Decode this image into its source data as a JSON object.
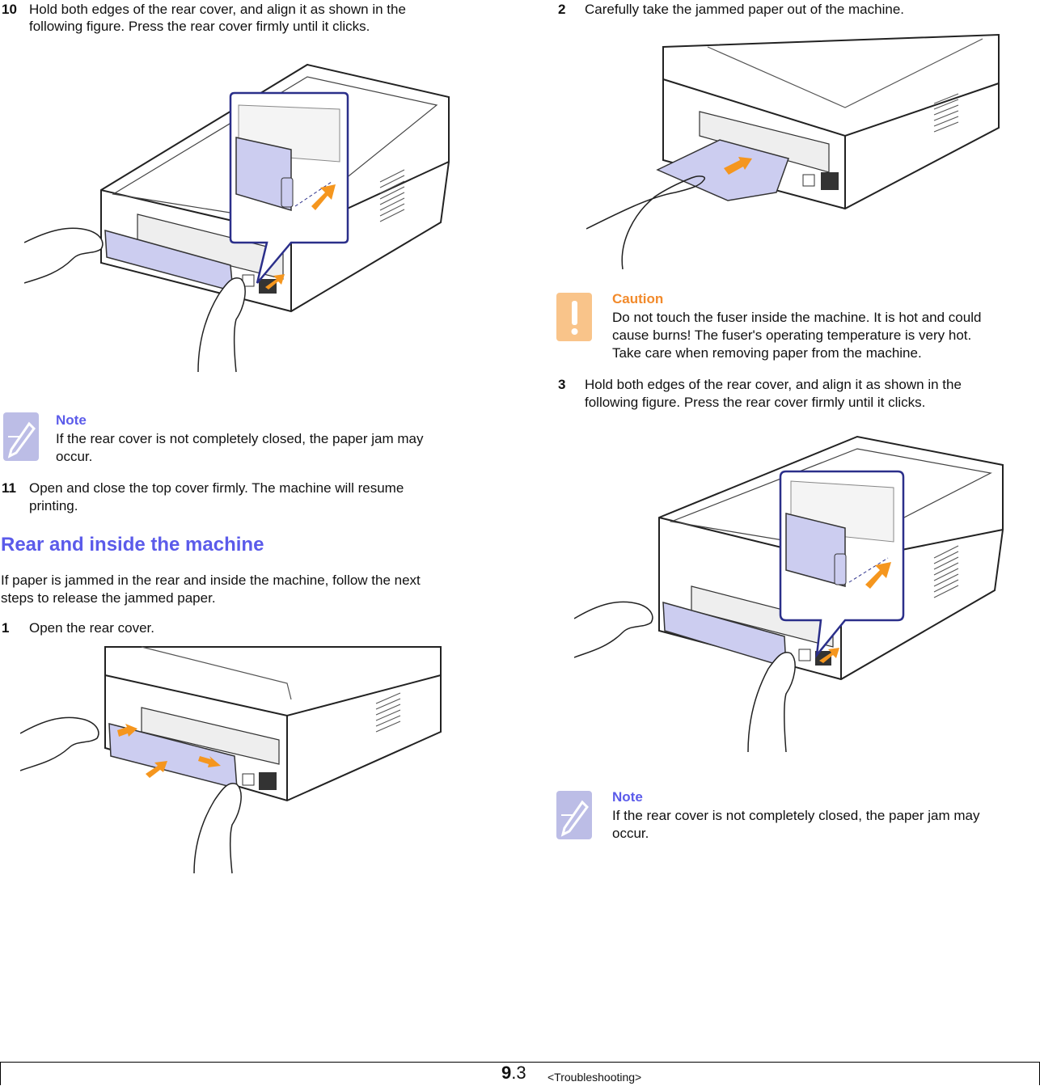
{
  "left": {
    "step10": {
      "number": "10",
      "text_line1": "Hold both edges of the rear cover, and align it as shown in the",
      "text_line2": "following figure. Press the rear cover firmly until it clicks."
    },
    "note1": {
      "title": "Note",
      "line1": "If the rear cover is not completely closed, the paper jam may",
      "line2": "occur."
    },
    "step11": {
      "number": "11",
      "text_line1": "Open and close the top cover firmly. The machine will resume",
      "text_line2": "printing."
    },
    "section": {
      "heading": "Rear and inside the machine",
      "intro_line1": "If paper is jammed in the rear and inside the machine, follow the next",
      "intro_line2": "steps to release the jammed paper."
    },
    "step1": {
      "number": "1",
      "text": "Open the rear cover."
    }
  },
  "right": {
    "step2": {
      "number": "2",
      "text": "Carefully take the jammed paper out of the machine."
    },
    "caution": {
      "title": "Caution",
      "line1": "Do not touch the fuser inside the machine. It is hot and could",
      "line2": "cause burns! The fuser's operating temperature is very hot.",
      "line3": "Take care when removing paper from the machine."
    },
    "step3": {
      "number": "3",
      "text_line1": "Hold both edges of the rear cover, and align it as shown in the",
      "text_line2": "following figure. Press the rear cover firmly until it clicks."
    },
    "note2": {
      "title": "Note",
      "line1": "If the rear cover is not completely closed, the paper jam may",
      "line2": "occur."
    }
  },
  "footer": {
    "page_major": "9",
    "page_minor": ".3",
    "section": "<Troubleshooting>"
  },
  "colors": {
    "heading_blue": "#5b5bea",
    "caution_orange": "#f28a2b",
    "arrow_orange": "#f5961e",
    "cover_lavender": "#cccdf0",
    "callout_border": "#2b2f8a"
  },
  "icons": {
    "note": "note-pencil-icon",
    "caution": "caution-exclamation-icon"
  }
}
